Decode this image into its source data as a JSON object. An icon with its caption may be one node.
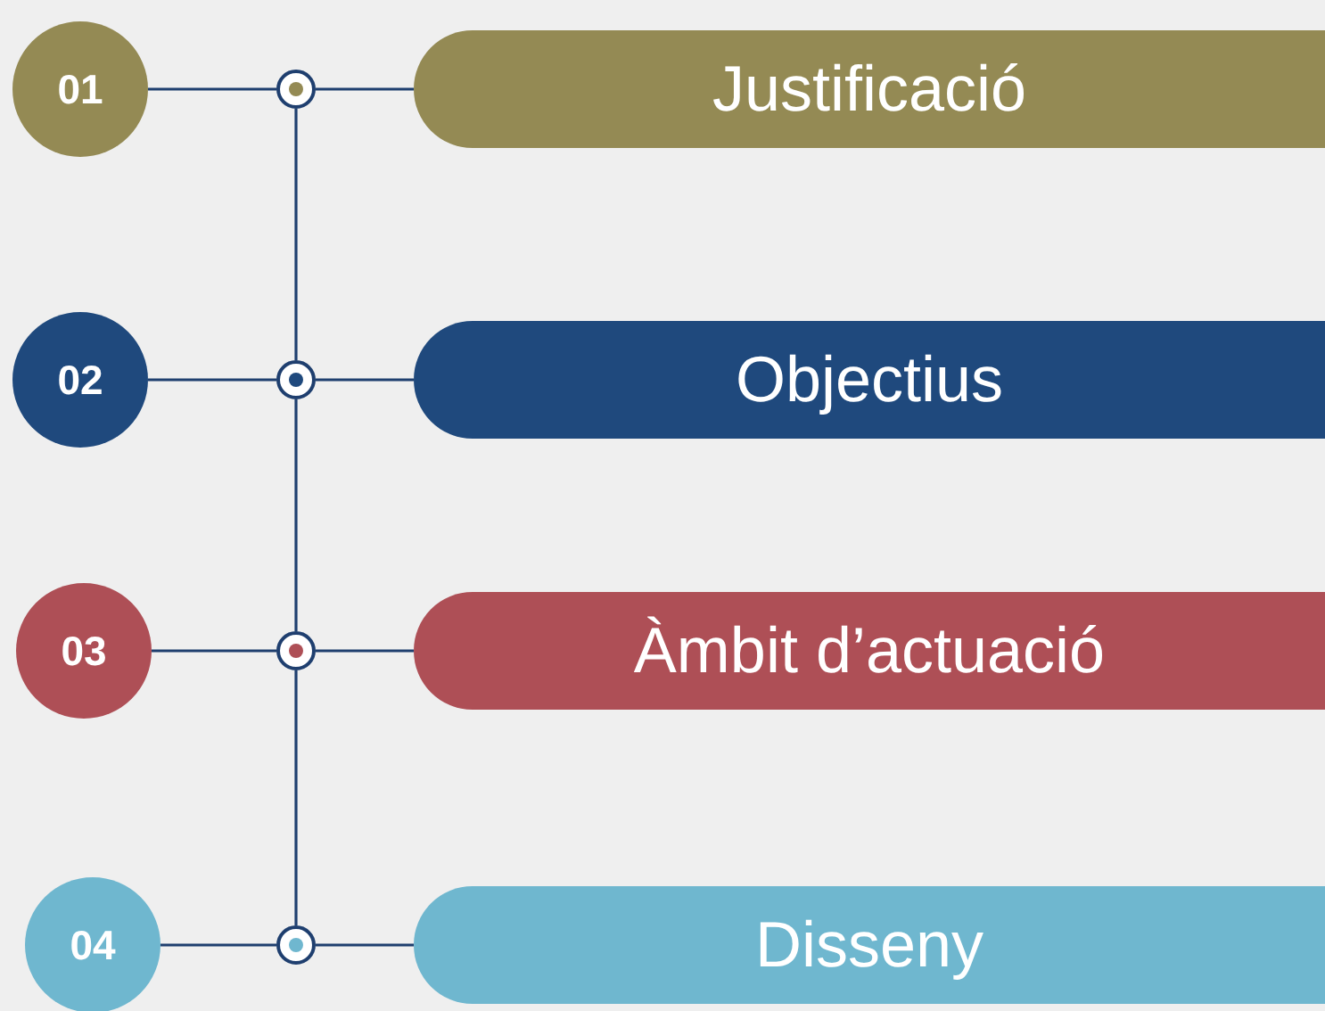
{
  "diagram": {
    "nodes": [
      {
        "text": [
          "01"
        ]
      },
      {
        "text": [],
        "shape": "circle"
      },
      {
        "text": [
          "Justificació"
        ]
      },
      {
        "text": [
          "02"
        ]
      },
      {
        "text": [],
        "shape": "circle"
      },
      {
        "text": [
          "Objectius"
        ]
      },
      {
        "text": [
          "03"
        ]
      },
      {
        "text": [],
        "shape": "circle"
      },
      {
        "text": [
          "Àmbit d’actuació"
        ]
      },
      {
        "text": [
          "04"
        ]
      },
      {
        "text": [],
        "shape": "circle"
      },
      {
        "text": [
          "Disseny"
        ]
      }
    ],
    "edges": [
      {
        "from": 0,
        "to": 1,
        "arrow": "none"
      },
      {
        "from": 1,
        "to": 2,
        "arrow": "none"
      },
      {
        "from": 3,
        "to": 4,
        "arrow": "none"
      },
      {
        "from": 4,
        "to": 5,
        "arrow": "none"
      },
      {
        "from": 6,
        "to": 7,
        "arrow": "none"
      },
      {
        "from": 7,
        "to": 8,
        "arrow": "none"
      },
      {
        "from": 9,
        "to": 10,
        "arrow": "none"
      },
      {
        "from": 10,
        "to": 11,
        "arrow": "none"
      },
      {
        "from": 1,
        "to": 4,
        "arrow": "none"
      },
      {
        "from": 4,
        "to": 7,
        "arrow": "none"
      },
      {
        "from": 7,
        "to": 10,
        "arrow": "none"
      }
    ]
  }
}
